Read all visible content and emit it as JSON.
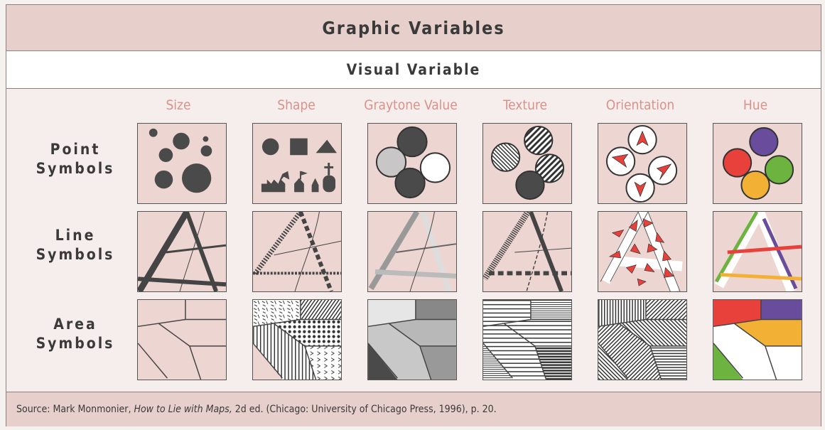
{
  "title": "Graphic Variables",
  "subtitle": "Visual Variable",
  "columns": [
    "Size",
    "Shape",
    "Graytone Value",
    "Texture",
    "Orientation",
    "Hue"
  ],
  "rows": [
    {
      "line1": "Point",
      "line2": "Symbols"
    },
    {
      "line1": "Line",
      "line2": "Symbols"
    },
    {
      "line1": "Area",
      "line2": "Symbols"
    }
  ],
  "source": {
    "prefix": "Source: Mark Monmonier, ",
    "book": "How to Lie with Maps,",
    "suffix": " 2d ed. (Chicago: University of Chicago Press, 1996), p. 20."
  },
  "colors": {
    "header_bg": "#e7cfcc",
    "cell_bg": "#edd5d1",
    "column_label": "#d9928a",
    "symbol_dark": "#4a4a4a",
    "hue_red": "#e8413c",
    "hue_purple": "#6a4c9c",
    "hue_green": "#6cb33f",
    "hue_yellow": "#f2b134"
  }
}
